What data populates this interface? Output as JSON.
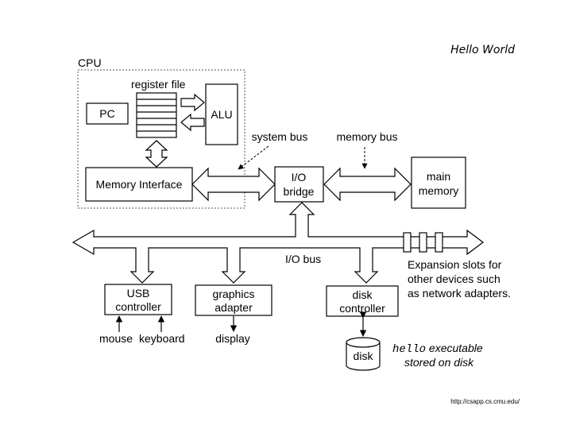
{
  "title": "Hello World",
  "footer_url": "http://csapp.cs.cmu.edu/",
  "cpu": {
    "label": "CPU",
    "register_file_label": "register file",
    "pc_label": "PC",
    "alu_label": "ALU",
    "memory_interface_label": "Memory Interface"
  },
  "buses": {
    "system_bus": "system bus",
    "memory_bus": "memory bus",
    "io_bus": "I/O bus"
  },
  "io_bridge": {
    "line1": "I/O",
    "line2": "bridge"
  },
  "main_memory": {
    "line1": "main",
    "line2": "memory"
  },
  "usb_controller": {
    "line1": "USB",
    "line2": "controller"
  },
  "graphics_adapter": {
    "line1": "graphics",
    "line2": "adapter"
  },
  "disk_controller": {
    "line1": "disk",
    "line2": "controller"
  },
  "devices": {
    "mouse": "mouse",
    "keyboard": "keyboard",
    "display": "display",
    "disk": "disk"
  },
  "expansion_note": {
    "line1": "Expansion slots for",
    "line2": "other devices such",
    "line3": "as network adapters."
  },
  "hello_note": {
    "code": "hello",
    "rest": " executable",
    "line2": "stored on disk"
  }
}
